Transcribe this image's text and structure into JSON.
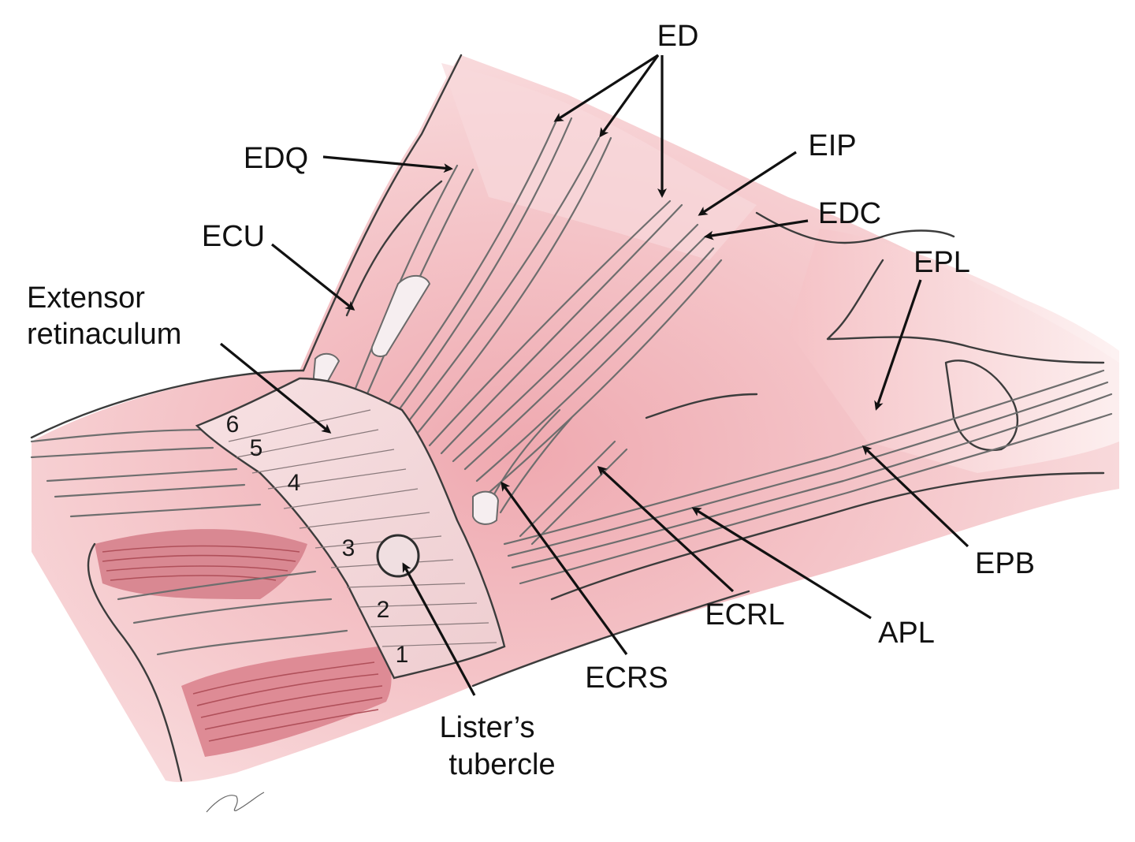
{
  "colors": {
    "background": "#ffffff",
    "skin": "#f5c9cc",
    "skin_deep": "#eea4ac",
    "tendon": "#f6eef0",
    "muscle": "#d97a84",
    "outline": "#3c3c3c",
    "label": "#111111"
  },
  "labels": {
    "ed": "ED",
    "edq": "EDQ",
    "eip": "EIP",
    "edc": "EDC",
    "ecu": "ECU",
    "epl": "EPL",
    "extensor_line1": "Extensor",
    "extensor_line2": "retinaculum",
    "epb": "EPB",
    "ecrl": "ECRL",
    "apl": "APL",
    "ecrs": "ECRS",
    "listers_line1": "Lister’s",
    "listers_line2": "tubercle"
  },
  "compartments": [
    "6",
    "5",
    "4",
    "3",
    "2",
    "1"
  ]
}
